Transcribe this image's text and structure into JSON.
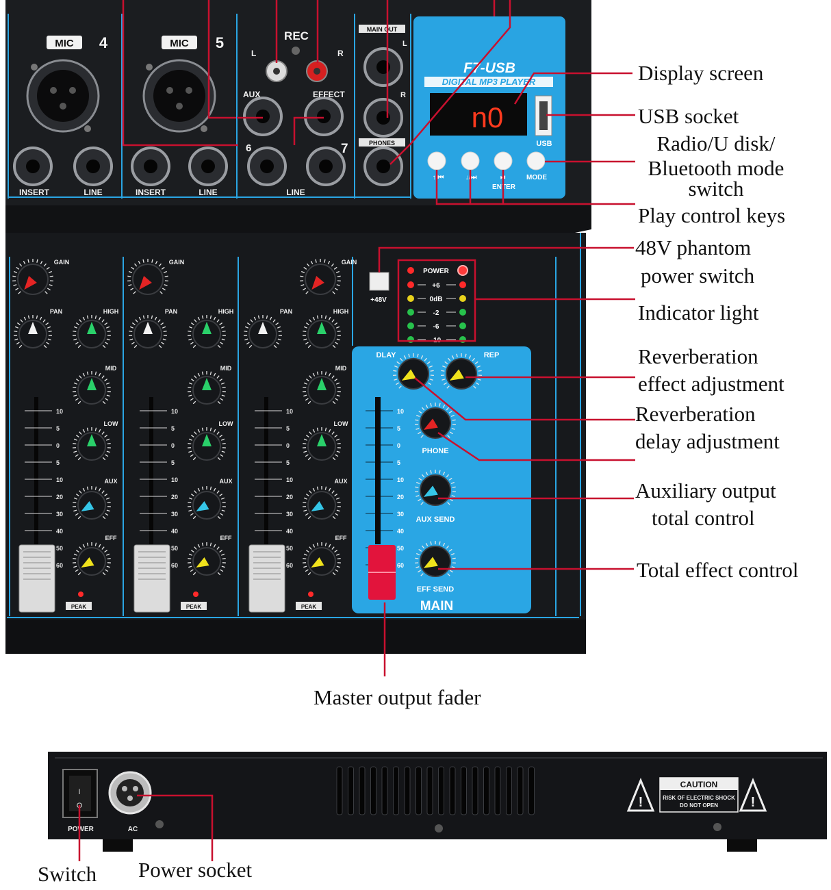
{
  "callouts": {
    "display_screen": "Display screen",
    "usb_socket": "USB socket",
    "mode_switch_1": "Radio/U disk/",
    "mode_switch_2": "Bluetooth mode",
    "mode_switch_3": "switch",
    "play_keys": "Play control keys",
    "phantom_1": "48V phantom",
    "phantom_2": "power switch",
    "indicator": "Indicator light",
    "reverb_effect_1": "Reverberation",
    "reverb_effect_2": "effect adjustment",
    "reverb_delay_1": "Reverberation",
    "reverb_delay_2": "delay adjustment",
    "aux_total_1": "Auxiliary output",
    "aux_total_2": "total control",
    "total_effect": "Total effect control",
    "master_fader": "Master output fader",
    "switch": "Switch",
    "power_socket": "Power socket"
  },
  "panel": {
    "ch4_mic": "MIC",
    "ch4_num": "4",
    "ch5_mic": "MIC",
    "ch5_num": "5",
    "rec": "REC",
    "rec_l": "L",
    "rec_r": "R",
    "aux": "AUX",
    "effect": "EFFECT",
    "ch6": "6",
    "ch7": "7",
    "insert": "INSERT",
    "line": "LINE",
    "main_out": "MAIN OUT",
    "main_l": "L",
    "main_r": "R",
    "phones": "PHONES",
    "f7": "F7-USB",
    "mp3": "DIGITAL MP3 PLAYER",
    "display_value": "n0",
    "usb": "USB",
    "key1": "↑/⏮",
    "key2": "↓/⏭",
    "key3": "⏯",
    "enter": "ENTER",
    "mode": "MODE",
    "gain": "GAIN",
    "pan": "PAN",
    "high": "HIGH",
    "mid": "MID",
    "low": "LOW",
    "aux_knob": "AUX",
    "eff_knob": "EFF",
    "peak": "PEAK",
    "plus48v": "+48V",
    "power_led": "POWER",
    "led_levels": [
      "+6",
      "0dB",
      "-2",
      "-6",
      "-10"
    ],
    "dlay": "DLAY",
    "rep": "REP",
    "phone": "PHONE",
    "aux_send": "AUX SEND",
    "eff_send": "EFF SEND",
    "main": "MAIN",
    "fader_scale": [
      "10",
      "5",
      "0",
      "5",
      "10",
      "20",
      "30",
      "40",
      "50",
      "60"
    ]
  },
  "rear": {
    "power": "POWER",
    "ac": "AC",
    "caution": "CAUTION",
    "caution_text_1": "RISK OF ELECTRIC SHOCK",
    "caution_text_2": "DO NOT OPEN"
  },
  "colors": {
    "panel_black": "#17191c",
    "accent_blue": "#2aa6e4",
    "callout_red": "#c8102e",
    "led_red": "#ff2a2a",
    "led_yellow": "#e8d21c",
    "led_green": "#27c24c"
  }
}
